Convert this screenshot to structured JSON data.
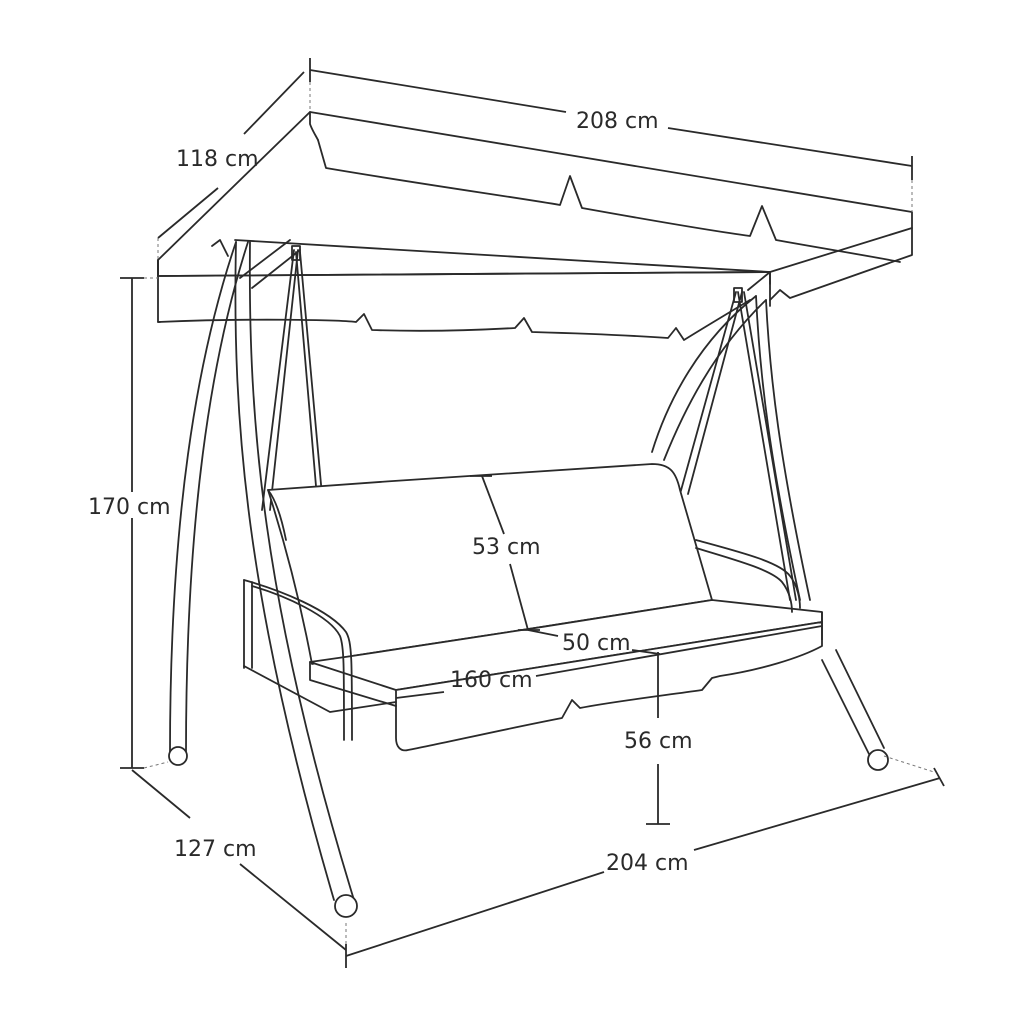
{
  "diagram": {
    "colors": {
      "line": "#2a2a2a",
      "background": "#ffffff"
    },
    "dimensions": {
      "canopy_width": "208 cm",
      "canopy_depth": "118 cm",
      "total_height": "170 cm",
      "backrest_height": "53 cm",
      "seat_depth": "50 cm",
      "seat_width": "160 cm",
      "seat_height": "56 cm",
      "base_depth": "127 cm",
      "base_width": "204 cm"
    }
  }
}
